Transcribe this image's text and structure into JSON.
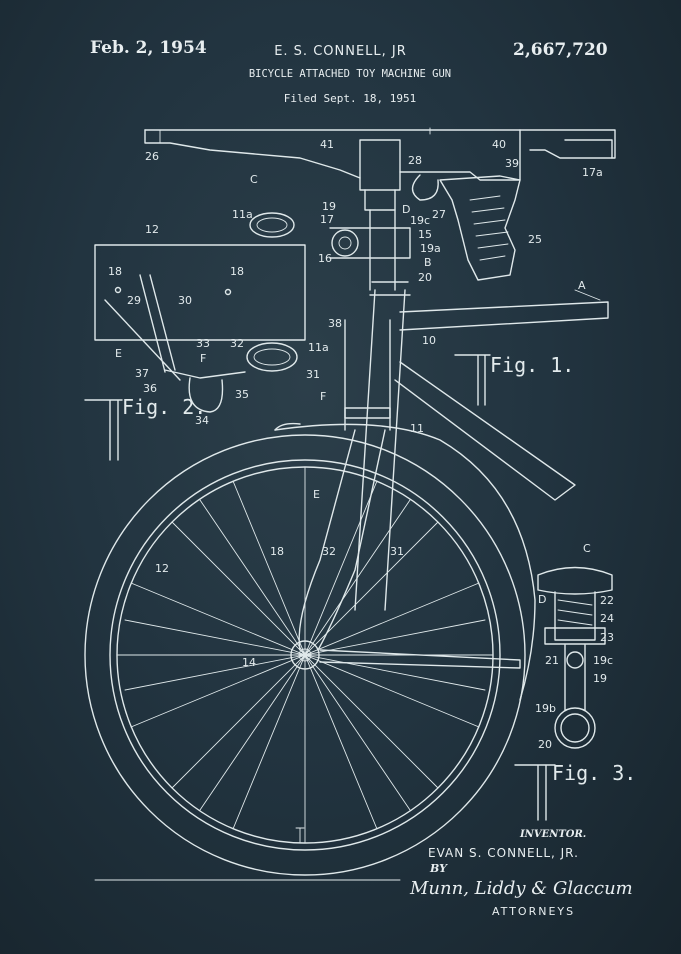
{
  "header": {
    "date": "Feb. 2, 1954",
    "inventor_short": "E. S. CONNELL, JR",
    "patent_number": "2,667,720",
    "title": "BICYCLE ATTACHED TOY MACHINE GUN",
    "filed": "Filed Sept. 18, 1951"
  },
  "figures": {
    "fig1": "Fig. 1.",
    "fig2": "Fig. 2.",
    "fig3": "Fig. 3."
  },
  "callouts": {
    "r26": "26",
    "rC": "C",
    "r41": "41",
    "r40": "40",
    "r28": "28",
    "r39": "39",
    "r17a": "17a",
    "r27": "27",
    "r19": "19",
    "rD": "D",
    "r17": "17",
    "r19c": "19c",
    "r15": "15",
    "r25": "25",
    "r11a_top": "11a",
    "r12_top": "12",
    "r18_left": "18",
    "r18_right": "18",
    "r29": "29",
    "r30": "30",
    "r16": "16",
    "r19a": "19a",
    "rB": "B",
    "r20": "20",
    "rA": "A",
    "r38": "38",
    "r10": "10",
    "rE_left": "E",
    "r33": "33",
    "r32_left": "32",
    "r11a_mid": "11a",
    "rF_left": "F",
    "r37": "37",
    "r36": "36",
    "r31_left": "31",
    "r35": "35",
    "r34": "34",
    "rF_mid": "F",
    "r11": "11",
    "rE_mid": "E",
    "r18_mid": "18",
    "r32_mid": "32",
    "r31_mid": "31",
    "r12_wheel": "12",
    "r14": "14",
    "r21": "21",
    "rC_fig3": "C",
    "rD_fig3": "D",
    "r22": "22",
    "r24": "24",
    "r23": "23",
    "r19c_fig3": "19c",
    "r19_fig3": "19",
    "r19b": "19b",
    "r20_fig3": "20"
  },
  "footer": {
    "inventor_label": "INVENTOR.",
    "inventor_name": "EVAN S. CONNELL, JR.",
    "by": "BY",
    "signature": "Munn, Liddy & Glaccum",
    "attorneys": "ATTORNEYS"
  }
}
